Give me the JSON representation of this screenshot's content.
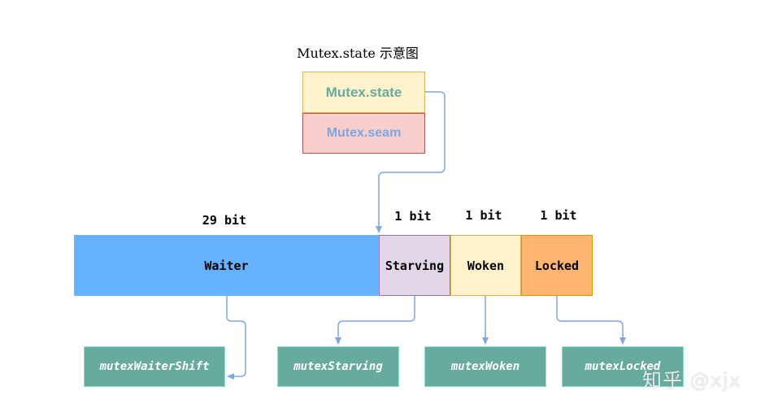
{
  "title": "Mutex.state 示意图",
  "struct": {
    "state_field": "Mutex.state",
    "sema_field": "Mutex.seam"
  },
  "bit_widths": {
    "waiter": "29 bit",
    "starving": "1 bit",
    "woken": "1 bit",
    "locked": "1 bit"
  },
  "segments": {
    "waiter": "Waiter",
    "starving": "Starving",
    "woken": "Woken",
    "locked": "Locked"
  },
  "constants": {
    "waiter_shift": "mutexWaiterShift",
    "starving": "mutexStarving",
    "woken": "mutexWoken",
    "locked": "mutexLocked"
  },
  "watermark": "知乎 @xjx",
  "colors": {
    "edge": "#7ea6e0",
    "waiter_fill": "#66b2ff",
    "starving_fill": "#e1d5e7",
    "woken_fill": "#fff2cc",
    "locked_fill": "#ffb570",
    "constant_fill": "#67ab9f"
  }
}
